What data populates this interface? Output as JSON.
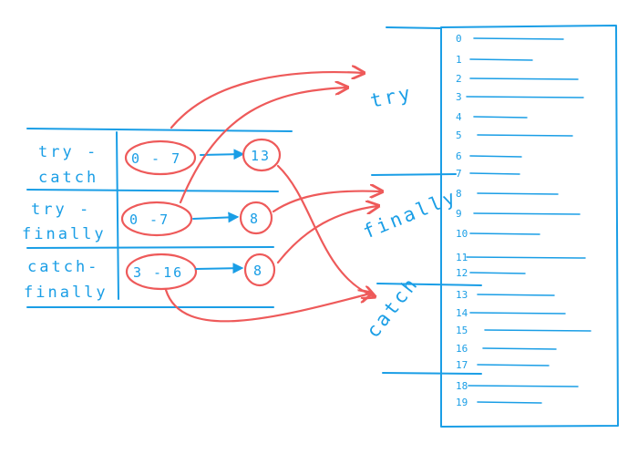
{
  "table": {
    "rows": [
      {
        "line1": "try -",
        "line2": "catch",
        "range": "0 - 7",
        "target": "13"
      },
      {
        "line1": "try -",
        "line2": "finally",
        "range": "0 -7",
        "target": "8"
      },
      {
        "line1": "catch-",
        "line2": "finally",
        "range": "3 -16",
        "target": "8"
      }
    ]
  },
  "sections": {
    "try": "try",
    "finally": "finally",
    "catch": "catch"
  },
  "code_indices": [
    "0",
    "1",
    "2",
    "3",
    "4",
    "5",
    "6",
    "7",
    "8",
    "9",
    "10",
    "11",
    "12",
    "13",
    "14",
    "15",
    "16",
    "17",
    "18",
    "19"
  ],
  "colors": {
    "ink": "#1a9ee6",
    "arrow": "#ee5a5a"
  }
}
